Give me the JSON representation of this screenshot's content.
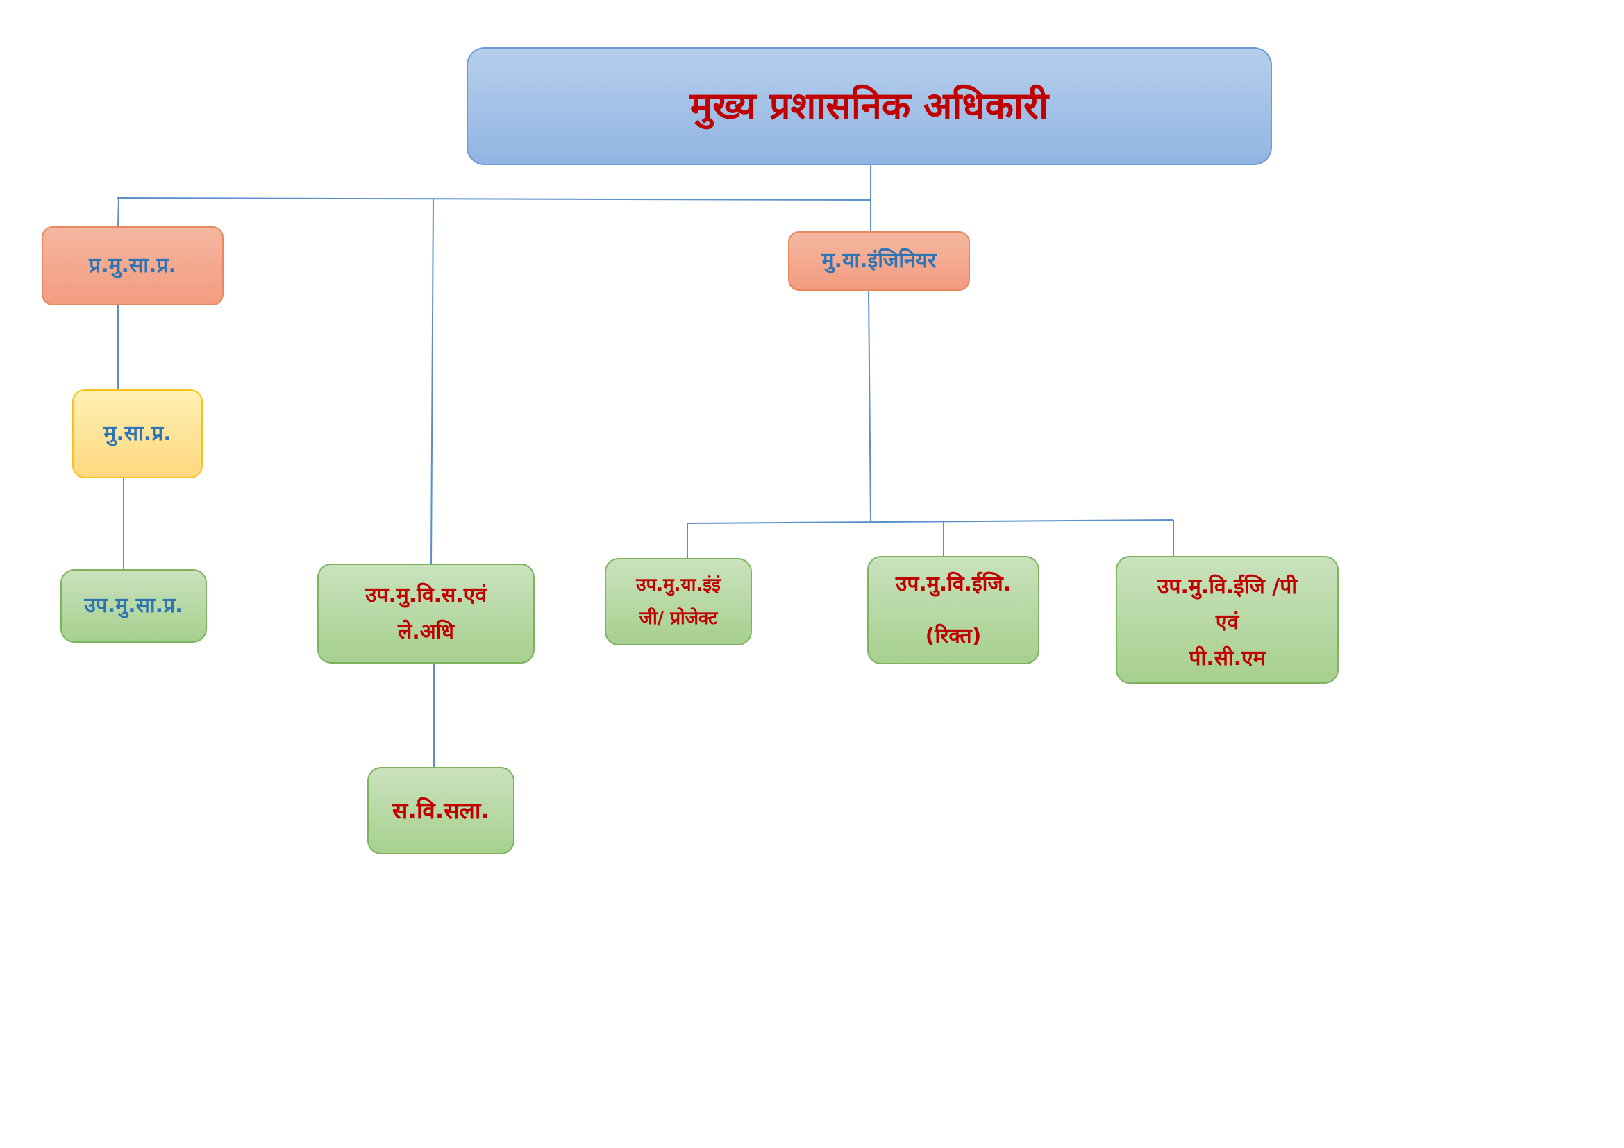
{
  "org_chart": {
    "root": {
      "title": "मुख्य प्रशासनिक अधिकारी"
    },
    "nodes": {
      "pmsp": {
        "label": "प्र.मु.सा.प्र."
      },
      "msp": {
        "label": "मु.सा.प्र."
      },
      "upmsp": {
        "label": "उप.मु.सा.प्र."
      },
      "mye": {
        "label": "मु.या.इंजिनियर"
      },
      "upmvs": {
        "line1": "उप.मु.वि.स.एवं",
        "line2": "ले.अधि"
      },
      "svs": {
        "label": "स.वि.सला."
      },
      "upmye": {
        "line1": "उप.मु.या.इंइं",
        "line2": "जी/ प्रोजेक्ट"
      },
      "upmve": {
        "line1": "उप.मु.वि.ईजि.",
        "line2": "(रिक्त)"
      },
      "upmvp": {
        "line1": "उप.मु.वि.ईजि /पी",
        "line2": "एवं",
        "line3": "पी.सी.एम"
      }
    },
    "colors": {
      "root_fill": "#9dbde6",
      "salmon_fill": "#f4a98c",
      "yellow_fill": "#fee394",
      "green_fill": "#b5d8a2",
      "connector": "#5b8fc9",
      "red_text": "#c00000",
      "blue_text": "#2e74b5"
    }
  }
}
